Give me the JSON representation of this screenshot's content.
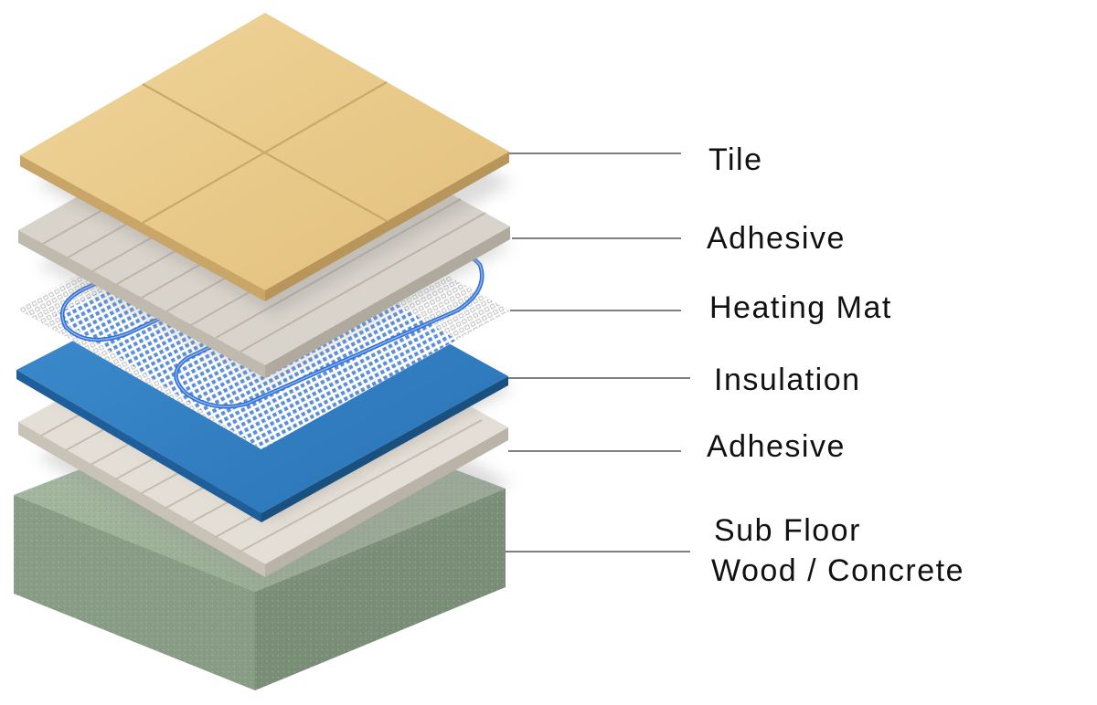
{
  "layers": [
    {
      "id": "tile",
      "label_lines": [
        "Tile"
      ],
      "color": "#E8CB8C"
    },
    {
      "id": "adhesive-top",
      "label_lines": [
        "Adhesive"
      ],
      "color": "#DCD6CB"
    },
    {
      "id": "heating-mat",
      "label_lines": [
        "Heating Mat"
      ],
      "color": "#4A84D6"
    },
    {
      "id": "insulation",
      "label_lines": [
        "Insulation"
      ],
      "color": "#2F7FC4"
    },
    {
      "id": "adhesive-bottom",
      "label_lines": [
        "Adhesive"
      ],
      "color": "#DEDAD2"
    },
    {
      "id": "sub-floor",
      "label_lines": [
        "Sub Floor",
        "Wood / Concrete"
      ],
      "color": "#9BAF97"
    }
  ]
}
